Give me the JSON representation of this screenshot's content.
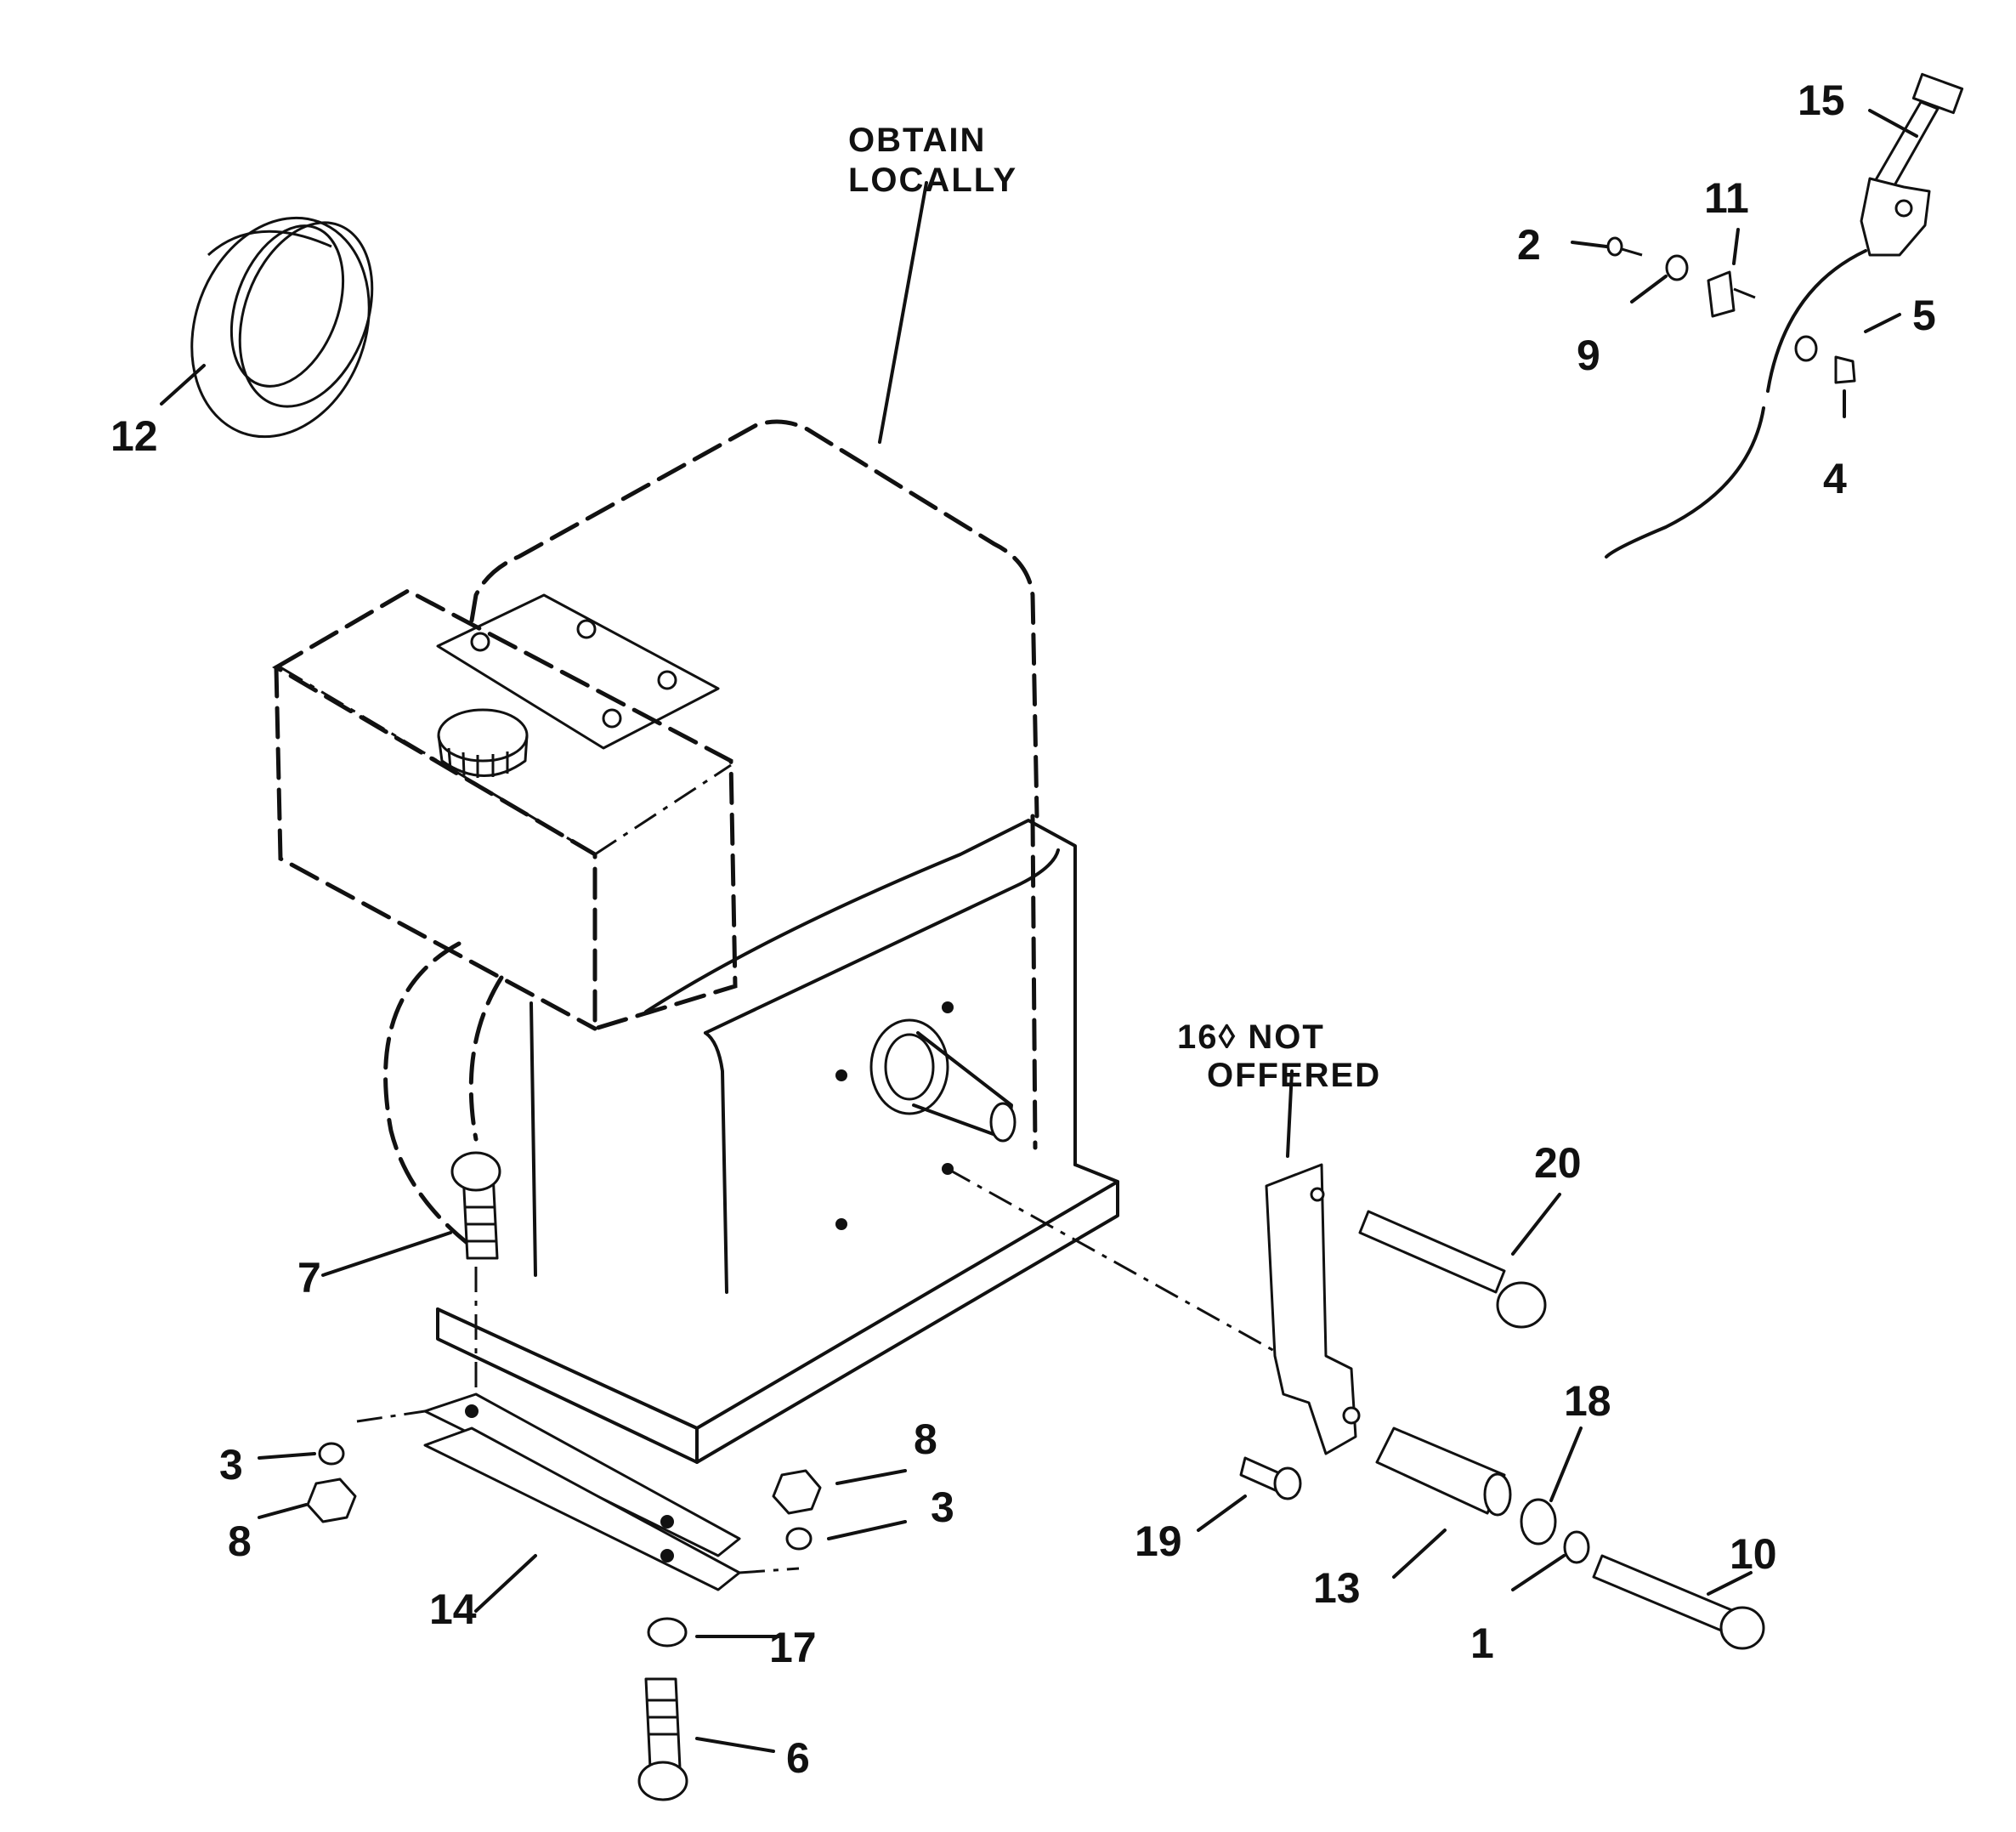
{
  "notes": {
    "obtain_line1": "OBTAIN",
    "obtain_line2": "LOCALLY",
    "not_offered_line1": "16◊ NOT",
    "not_offered_line2": "OFFERED"
  },
  "callouts": {
    "c12": "12",
    "c15": "15",
    "c11": "11",
    "c2": "2",
    "c9": "9",
    "c5": "5",
    "c4": "4",
    "c7": "7",
    "c20": "20",
    "c18": "18",
    "c10": "10",
    "c1": "1",
    "c13": "13",
    "c19": "19",
    "c3a": "3",
    "c8a": "8",
    "c8b": "8",
    "c3b": "3",
    "c14": "14",
    "c17": "17",
    "c6": "6"
  }
}
